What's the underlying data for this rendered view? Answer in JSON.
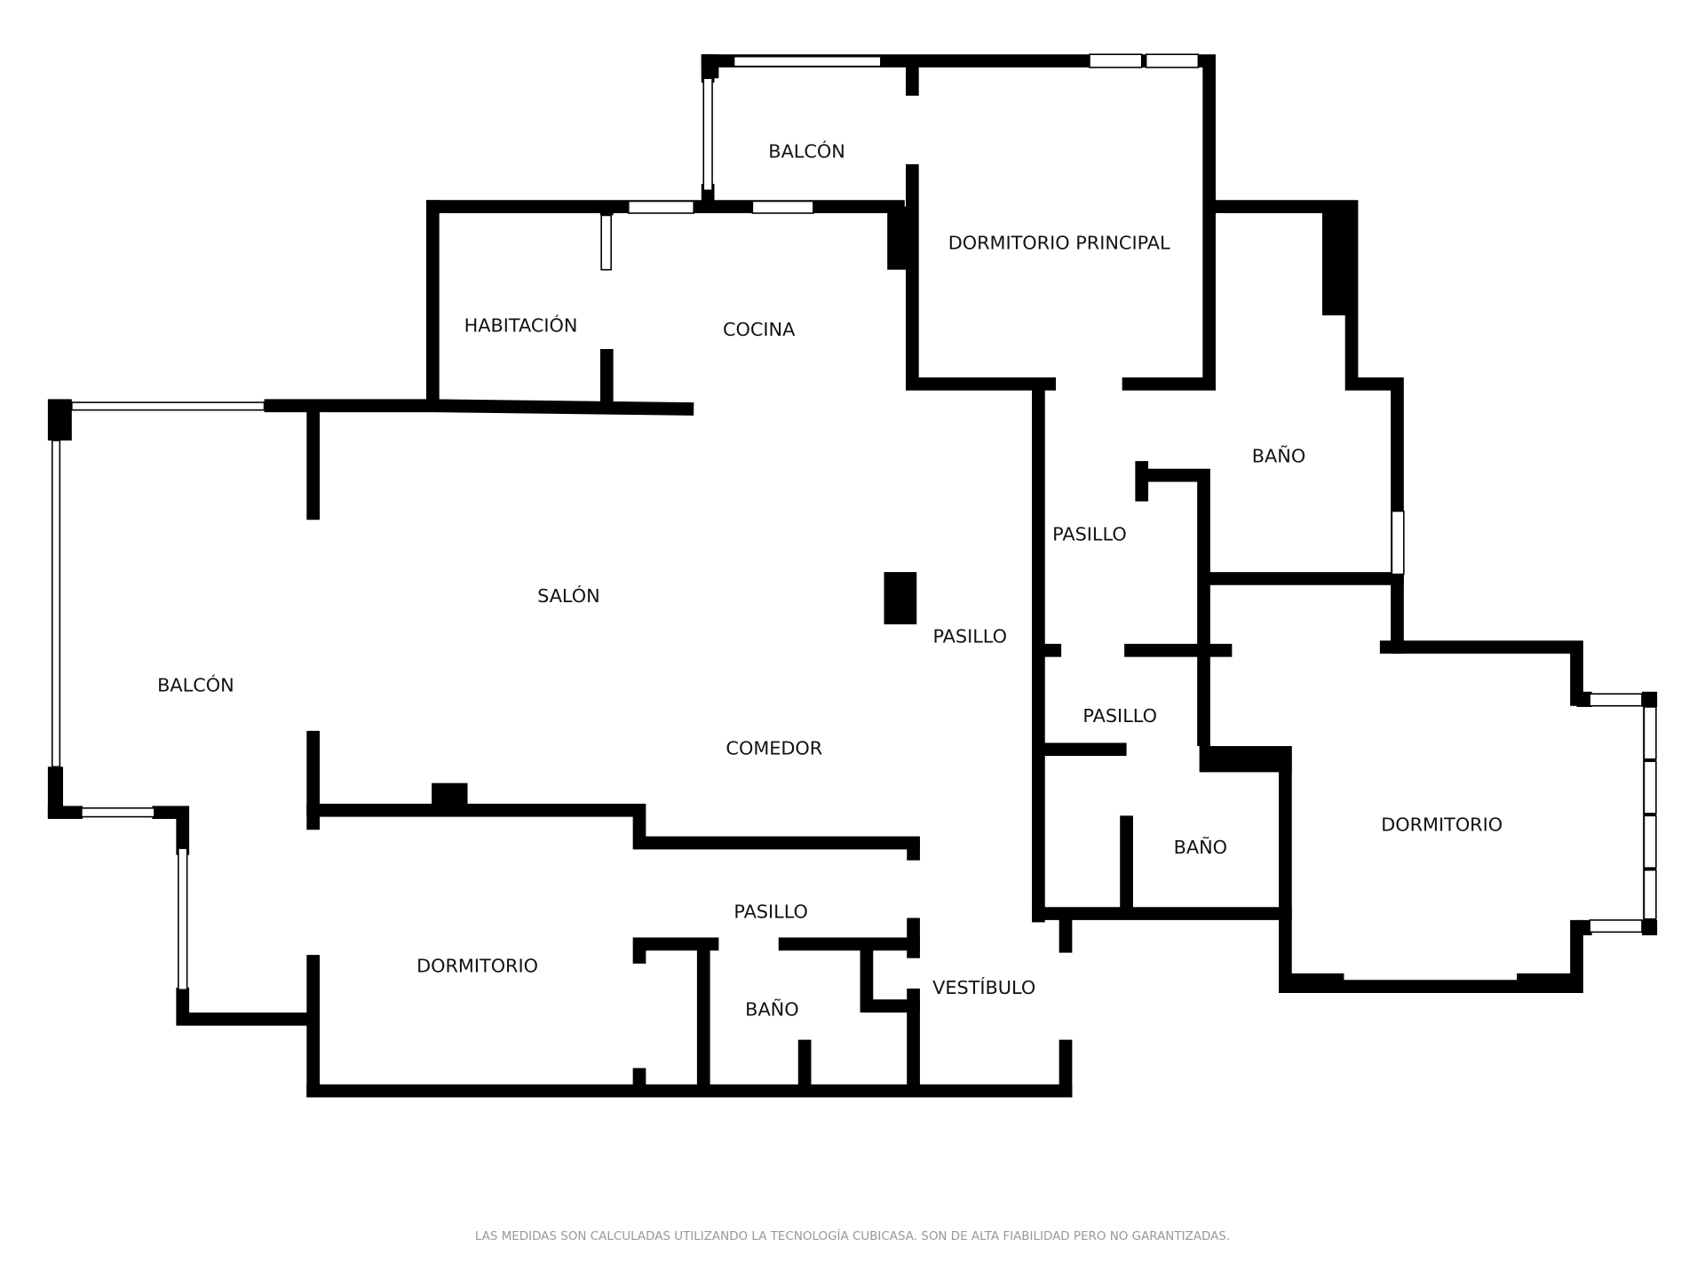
{
  "rooms": {
    "balcon_top": "BALCÓN",
    "dormitorio_principal": "DORMITORIO PRINCIPAL",
    "habitacion": "HABITACIÓN",
    "cocina": "COCINA",
    "bano_top": "BAÑO",
    "pasillo_upper": "PASILLO",
    "salon": "SALÓN",
    "balcon_left": "BALCÓN",
    "pasillo_center": "PASILLO",
    "pasillo_mid": "PASILLO",
    "comedor": "COMEDOR",
    "dormitorio_right": "DORMITORIO",
    "bano_mid": "BAÑO",
    "pasillo_lower": "PASILLO",
    "dormitorio_left": "DORMITORIO",
    "vestibulo": "VESTÍBULO",
    "bano_bottom": "BAÑO"
  },
  "footer": "LAS MEDIDAS SON CALCULADAS UTILIZANDO LA TECNOLOGÍA CUBICASA. SON DE ALTA FIABILIDAD PERO NO GARANTIZADAS.",
  "colors": {
    "wall": "#000000",
    "background": "#ffffff",
    "footer_text": "#999999"
  }
}
